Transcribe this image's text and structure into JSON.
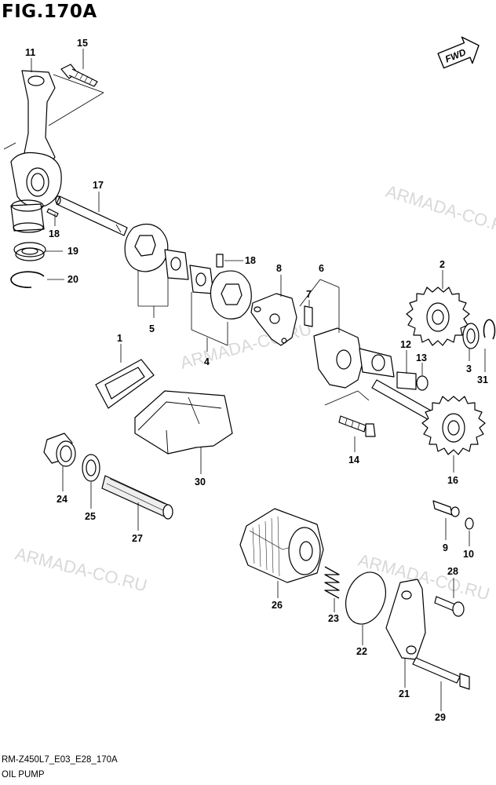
{
  "figure": {
    "title": "FIG.170A"
  },
  "fwd_label": "FWD",
  "watermarks": [
    "ARMADA-CO.RU",
    "ARMADA-CO.RU",
    "ARMADA-CO.RU",
    "ARMADA-CO.RU"
  ],
  "callouts": [
    "11",
    "15",
    "17",
    "18",
    "19",
    "20",
    "18",
    "5",
    "4",
    "8",
    "7",
    "6",
    "2",
    "1",
    "12",
    "13",
    "3",
    "31",
    "14",
    "16",
    "30",
    "24",
    "25",
    "27",
    "9",
    "10",
    "26",
    "23",
    "28",
    "22",
    "21",
    "29"
  ],
  "footer": {
    "code": "RM-Z450L7_E03_E28_170A",
    "name": "OIL PUMP"
  },
  "colors": {
    "line": "#000000",
    "fill": "#ffffff",
    "watermark": "#b9b9b9"
  }
}
